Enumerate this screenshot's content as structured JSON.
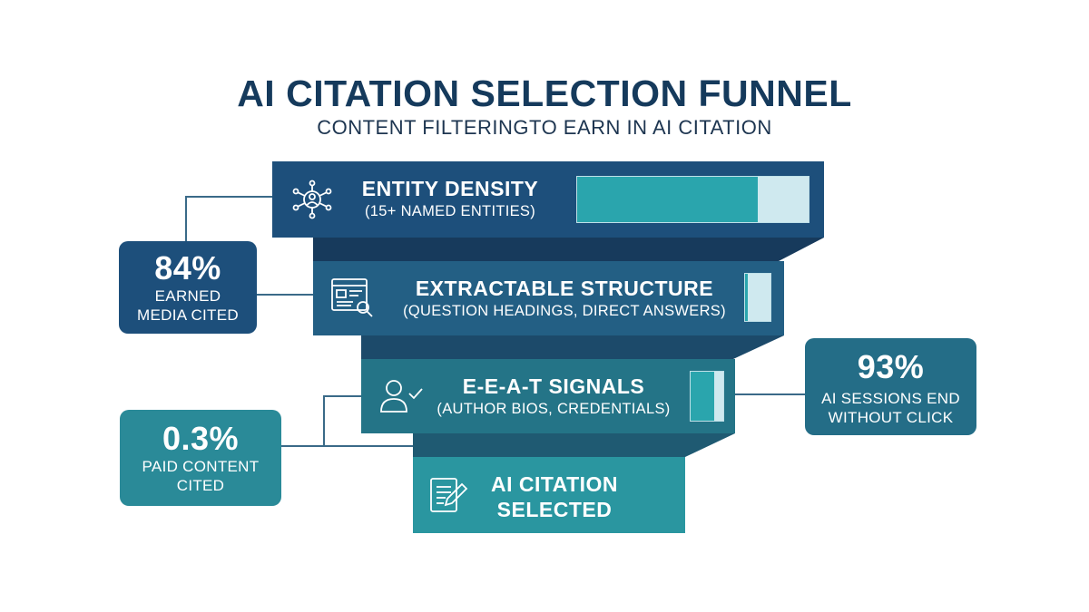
{
  "title": "AI CITATION SELECTION FUNNEL",
  "subtitle": "CONTENT FILTERINGTO EARN IN AI CITATION",
  "funnel": [
    {
      "heading": "ENTITY DENSITY",
      "subheading": "(15+ NAMED ENTITIES)",
      "icon": "network-icon",
      "color": "#1d4f7b",
      "bar_fill": 0.78
    },
    {
      "heading": "EXTRACTABLE STRUCTURE",
      "subheading": "(QUESTION HEADINGS, DIRECT ANSWERS)",
      "icon": "document-search-icon",
      "color": "#235f84",
      "bar_fill": 0.12
    },
    {
      "heading": "E-E-A-T SIGNALS",
      "subheading": "(AUTHOR BIOS, CREDENTIALS)",
      "icon": "user-check-icon",
      "color": "#247487",
      "bar_fill": 0.72
    },
    {
      "heading": "AI CITATION",
      "heading_line2": "SELECTED",
      "icon": "edit-document-icon",
      "color": "#2a96a0"
    }
  ],
  "stats": {
    "earned_media": {
      "value": "84%",
      "label_line1": "EARNED",
      "label_line2": "MEDIA CITED",
      "color": "#1d4f7b"
    },
    "paid_content": {
      "value": "0.3%",
      "label_line1": "PAID CONTENT",
      "label_line2": "CITED",
      "color": "#2a8a98"
    },
    "ai_sessions": {
      "value": "93%",
      "label_line1": "AI SESSIONS END",
      "label_line2": "WITHOUT CLICK",
      "color": "#246d87"
    }
  },
  "colors": {
    "title": "#153a5c",
    "fold": "#173a5c",
    "bar_track": "#cfe9ef",
    "bar_fill": "#2aa5ad",
    "connector": "#3a6a88"
  }
}
